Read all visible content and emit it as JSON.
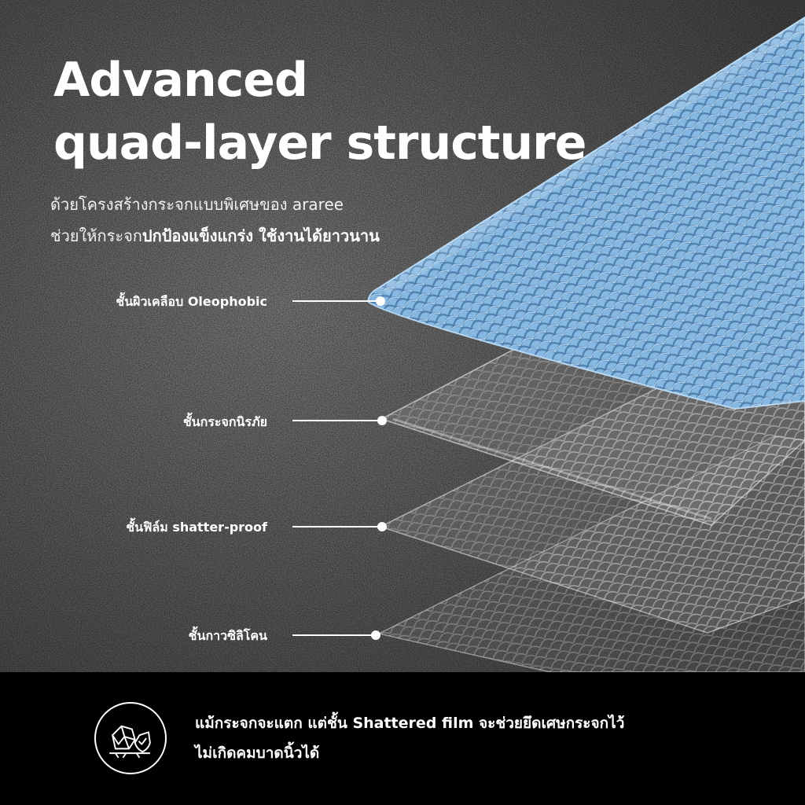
{
  "title": {
    "line1": "Advanced",
    "line2": "quad-layer structure"
  },
  "subtitle": {
    "line1": "ด้วยโครงสร้างกระจกแบบพิเศษของ araree",
    "line2_prefix": "ช่วยให้กระจก",
    "line2_bold": "ปกป้องแข็งแกร่ง ใช้งานได้ยาวนาน"
  },
  "layers": [
    {
      "label": "ชั้นผิวเคลือบ Oleophobic"
    },
    {
      "label": "ชั้นกระจกนิรภัย"
    },
    {
      "label": "ชั้นฟิล์ม shatter-proof"
    },
    {
      "label": "ชั้นกาวซิลิโคน"
    }
  ],
  "footer": {
    "icon": "shattered-glass-shield-icon",
    "line1": "แม้กระจกจะแตก แต่ชั้น Shattered film จะช่วยยึดเศษกระจกไว้",
    "line2": "ไม่เกิดคมบาดนิ้วได้"
  },
  "colors": {
    "coating": "#8fbfe6",
    "background": "#4a4a4a",
    "footer": "#000000"
  }
}
